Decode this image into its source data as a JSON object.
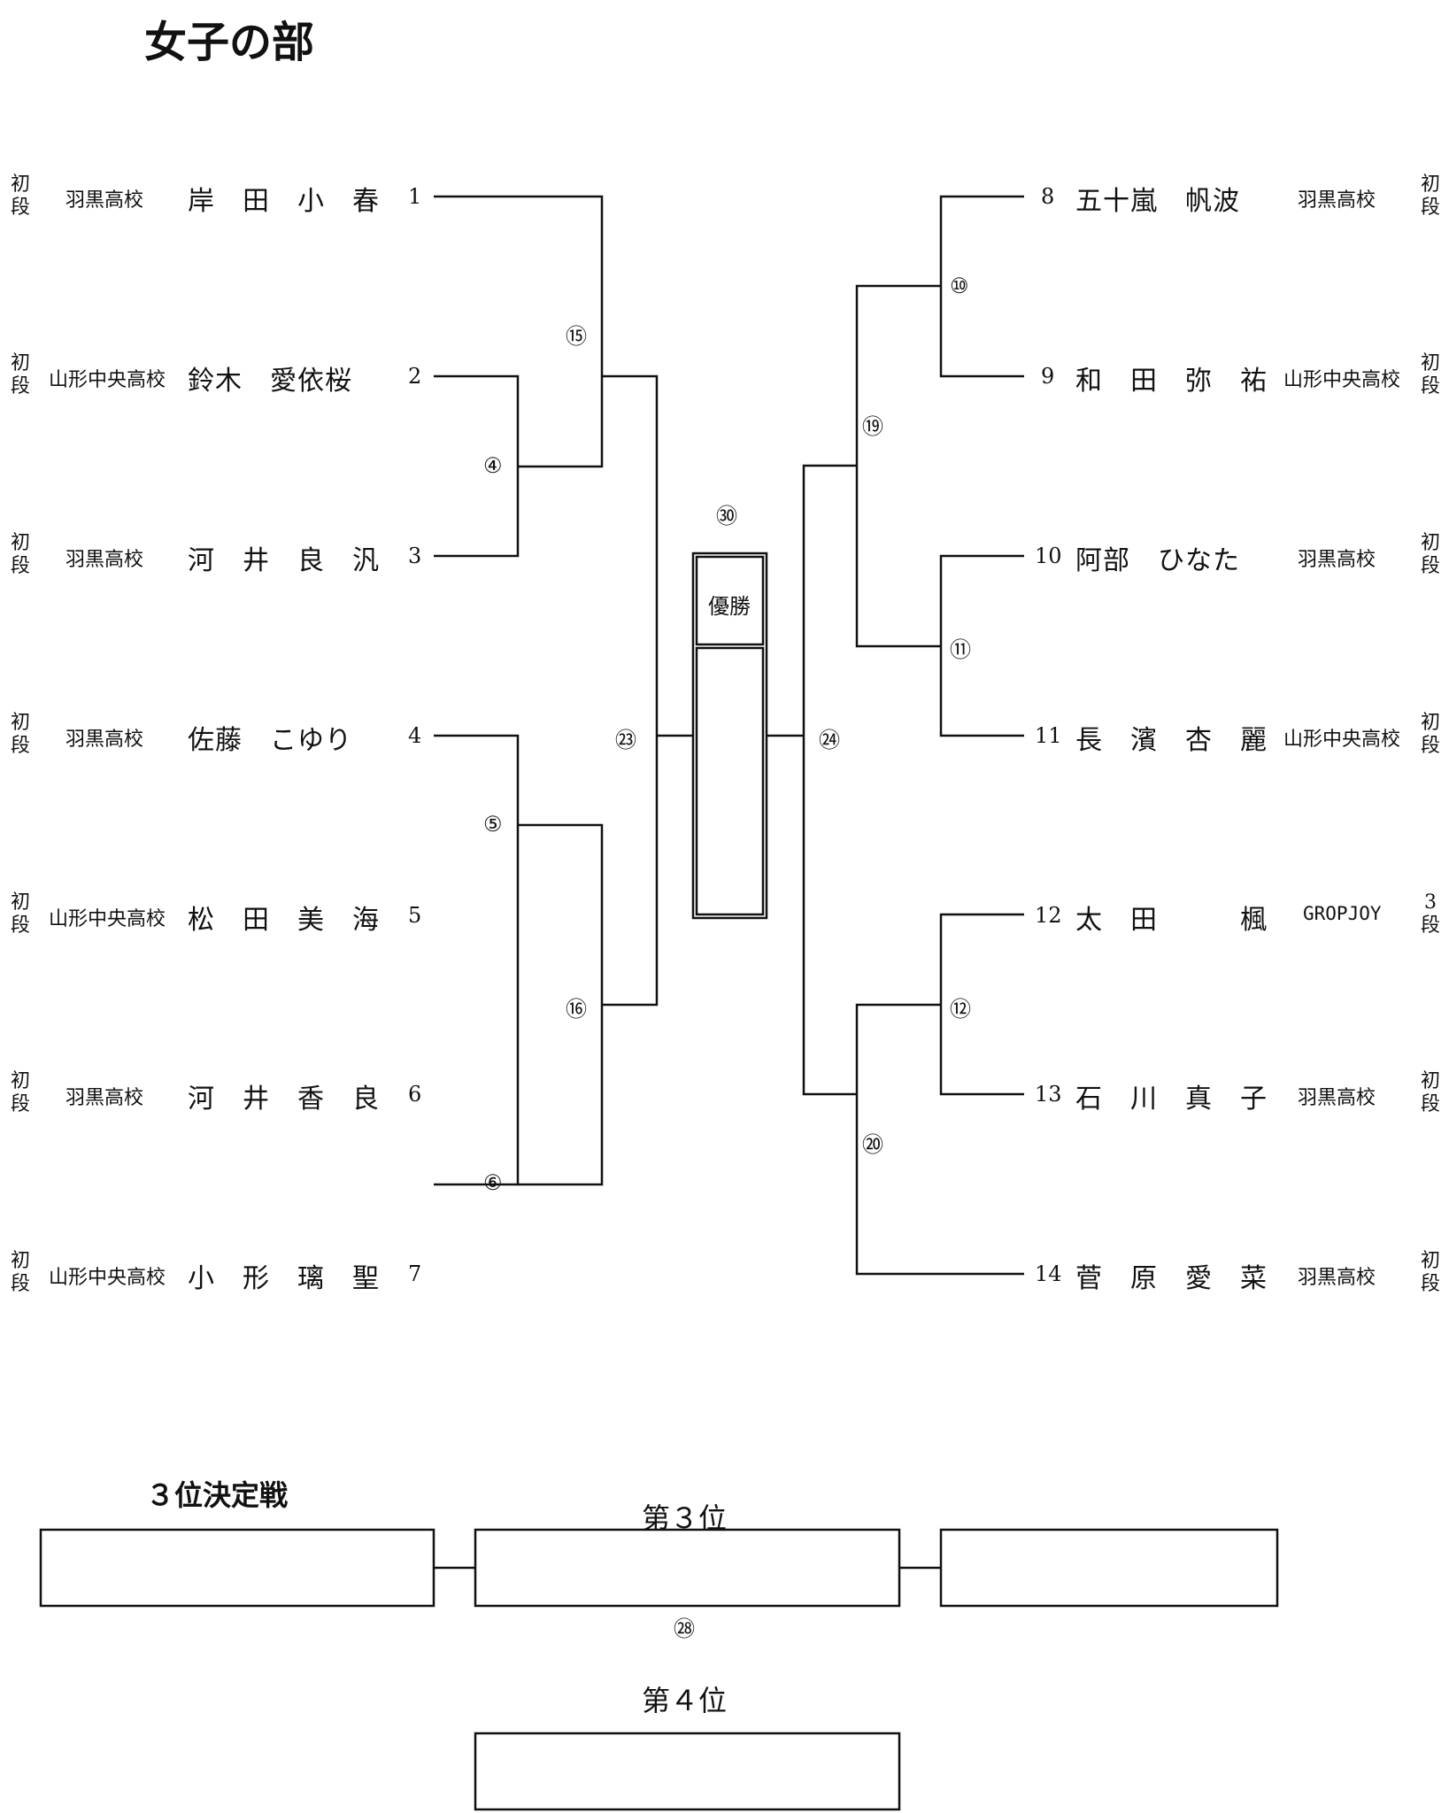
{
  "title": "女子の部",
  "left_players": [
    {
      "num": "1",
      "name": "岸　田　小　春",
      "school": "羽黒高校",
      "rank": "初段"
    },
    {
      "num": "2",
      "name": "鈴木　愛依桜",
      "school": "山形中央高校",
      "rank": "初段"
    },
    {
      "num": "3",
      "name": "河　井　良　汎",
      "school": "羽黒高校",
      "rank": "初段"
    },
    {
      "num": "4",
      "name": "佐藤　こゆり",
      "school": "羽黒高校",
      "rank": "初段"
    },
    {
      "num": "5",
      "name": "松　田　美　海",
      "school": "山形中央高校",
      "rank": "初段"
    },
    {
      "num": "6",
      "name": "河　井　香　良",
      "school": "羽黒高校",
      "rank": "初段"
    },
    {
      "num": "7",
      "name": "小　形　璃　聖",
      "school": "山形中央高校",
      "rank": "初段"
    }
  ],
  "right_players": [
    {
      "num": "8",
      "name": "五十嵐　帆波",
      "school": "羽黒高校",
      "rank": "初段"
    },
    {
      "num": "9",
      "name": "和　田　弥　祐",
      "school": "山形中央高校",
      "rank": "初段"
    },
    {
      "num": "10",
      "name": "阿部　ひなた",
      "school": "羽黒高校",
      "rank": "初段"
    },
    {
      "num": "11",
      "name": "長　濱　杏　麗",
      "school": "山形中央高校",
      "rank": "初段"
    },
    {
      "num": "12",
      "name": "太　田　　　楓",
      "school": "GROPJOY",
      "rank": "3段"
    },
    {
      "num": "13",
      "name": "石　川　真　子",
      "school": "羽黒高校",
      "rank": "初段"
    },
    {
      "num": "14",
      "name": "菅　原　愛　菜",
      "school": "羽黒高校",
      "rank": "初段"
    }
  ],
  "match_numbers": {
    "m4": "④",
    "m5": "⑤",
    "m6": "⑥",
    "m10": "⑩",
    "m11": "⑪",
    "m12": "⑫",
    "m15": "⑮",
    "m16": "⑯",
    "m19": "⑲",
    "m20": "⑳",
    "m23": "㉓",
    "m24": "㉔",
    "m28": "㉘",
    "m30": "㉚"
  },
  "champion_label": "優勝",
  "third_place": {
    "heading": "３位決定戦",
    "third_label": "第３位",
    "fourth_label": "第４位"
  }
}
